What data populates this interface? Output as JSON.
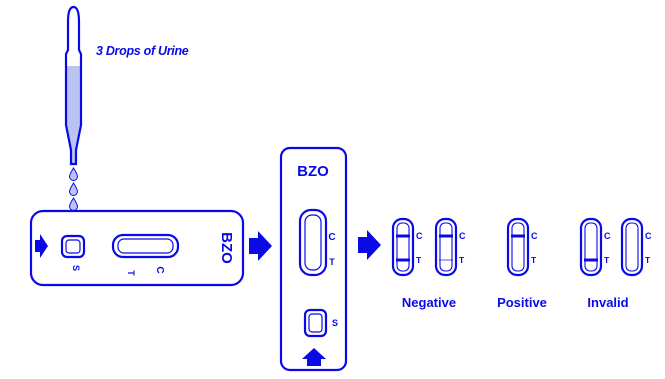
{
  "colors": {
    "ink": "#0a0ae6",
    "urine": "#b9c4f0",
    "line_color": "#0a0ae6",
    "background": "#ffffff"
  },
  "step1": {
    "instruction": "3 Drops of Urine",
    "drop_count": 3
  },
  "cassette_horizontal": {
    "name": "BZO",
    "sample_well_label": "S",
    "control_label": "C",
    "test_label": "T"
  },
  "cassette_vertical": {
    "name": "BZO",
    "control_label": "C",
    "test_label": "T",
    "sample_well_label": "S"
  },
  "results": [
    {
      "label": "Negative",
      "strips": [
        {
          "control_line": true,
          "test_line": "strong"
        },
        {
          "control_line": true,
          "test_line": "faint"
        }
      ],
      "control_label": "C",
      "test_label": "T"
    },
    {
      "label": "Positive",
      "strips": [
        {
          "control_line": true,
          "test_line": "none"
        }
      ],
      "control_label": "C",
      "test_label": "T"
    },
    {
      "label": "Invalid",
      "strips": [
        {
          "control_line": false,
          "test_line": "strong"
        },
        {
          "control_line": false,
          "test_line": "none"
        }
      ],
      "control_label": "C",
      "test_label": "T"
    }
  ]
}
